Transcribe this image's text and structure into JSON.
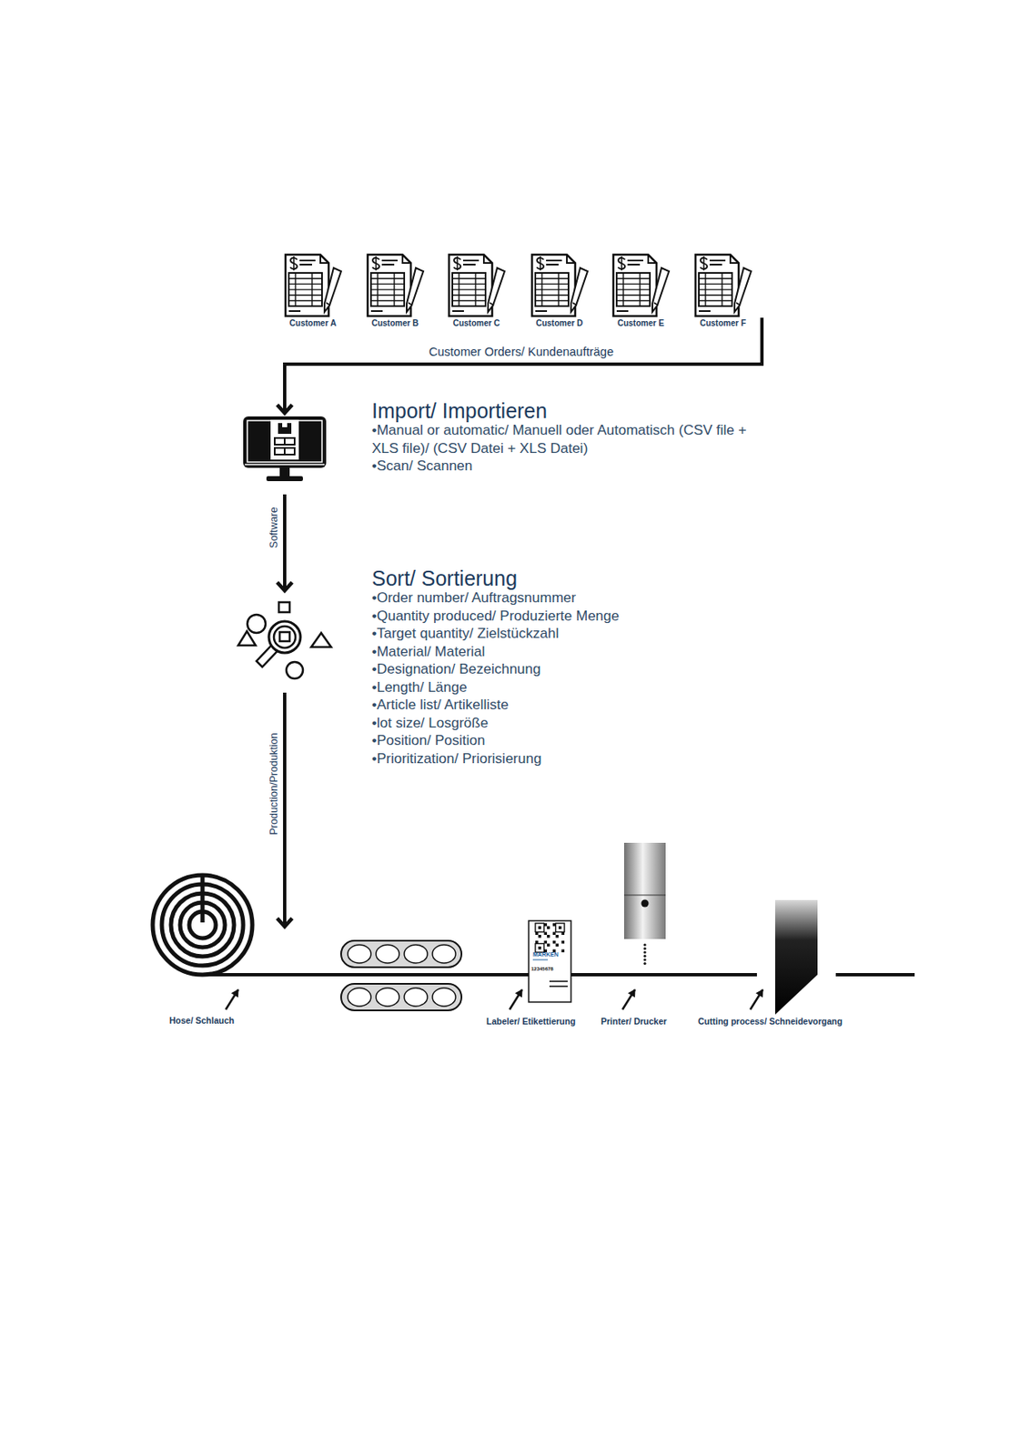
{
  "diagram": {
    "nodes": [
      {
        "text": [
          "Customer A"
        ]
      },
      {
        "text": [
          "Customer B"
        ]
      },
      {
        "text": [
          "Customer C"
        ]
      },
      {
        "text": [
          "Customer D"
        ]
      },
      {
        "text": [
          "Customer E"
        ]
      },
      {
        "text": [
          "Customer F"
        ]
      },
      {
        "text": [
          "Import/ Importieren",
          "•Manual or automatic/ Manuell oder Automatisch (CSV file + XLS file)/ (CSV Datei + XLS Datei)",
          "•Scan/ Scannen"
        ]
      },
      {
        "text": [
          "Sort/ Sortierung",
          "•Order number/ Auftragsnummer",
          "•Quantity produced/ Produzierte Menge",
          "•Target quantity/ Zielstückzahl",
          "•Material/ Material",
          "•Designation/ Bezeichnung",
          "•Length/ Länge",
          "•Article list/ Artikelliste",
          "•lot size/ Losgröße",
          "•Position/ Position",
          "•Prioritization/ Priorisierung"
        ]
      },
      {
        "text": [
          "Hose/ Schlauch"
        ]
      }
    ],
    "edges": [
      {
        "from": 5,
        "to": 6,
        "arrow": "to",
        "label": "Customer Orders/ Kundenaufträge"
      },
      {
        "from": 6,
        "to": 7,
        "arrow": "to",
        "label": "Software"
      },
      {
        "from": 7,
        "to": 8,
        "arrow": "to",
        "label": "Production/Produktion"
      }
    ],
    "labels": [
      "Labeler/ Etikettierung",
      "Printer/ Drucker",
      "Cutting process/ Schneidevorgang",
      "MARKEN",
      "12345678"
    ]
  }
}
